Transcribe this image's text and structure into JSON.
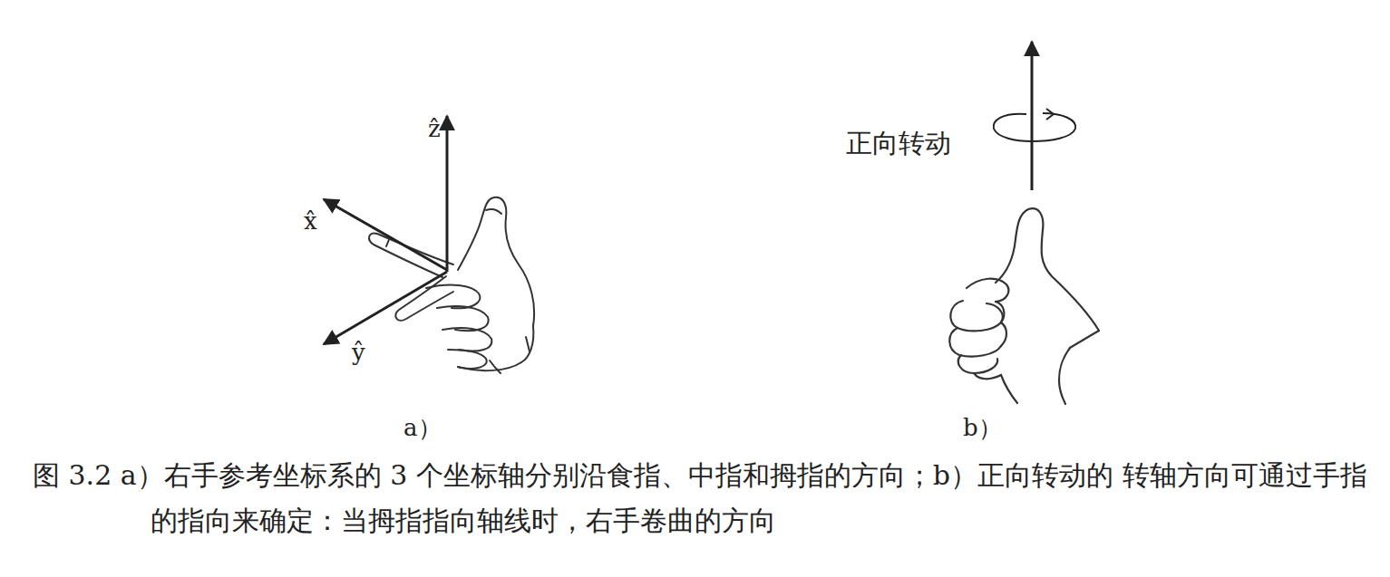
{
  "diagram": {
    "caption": "图 3.2 a）右手参考坐标系的 3 个坐标轴分别沿食指、中指和拇指的方向；b）正向转动的 转轴方向可通过手指的指向来确定：当拇指指向轴线时，右手卷曲的方向",
    "labels": [
      "ẑ",
      "x̂",
      "ŷ",
      "a）",
      "正向转动",
      "b）"
    ]
  }
}
